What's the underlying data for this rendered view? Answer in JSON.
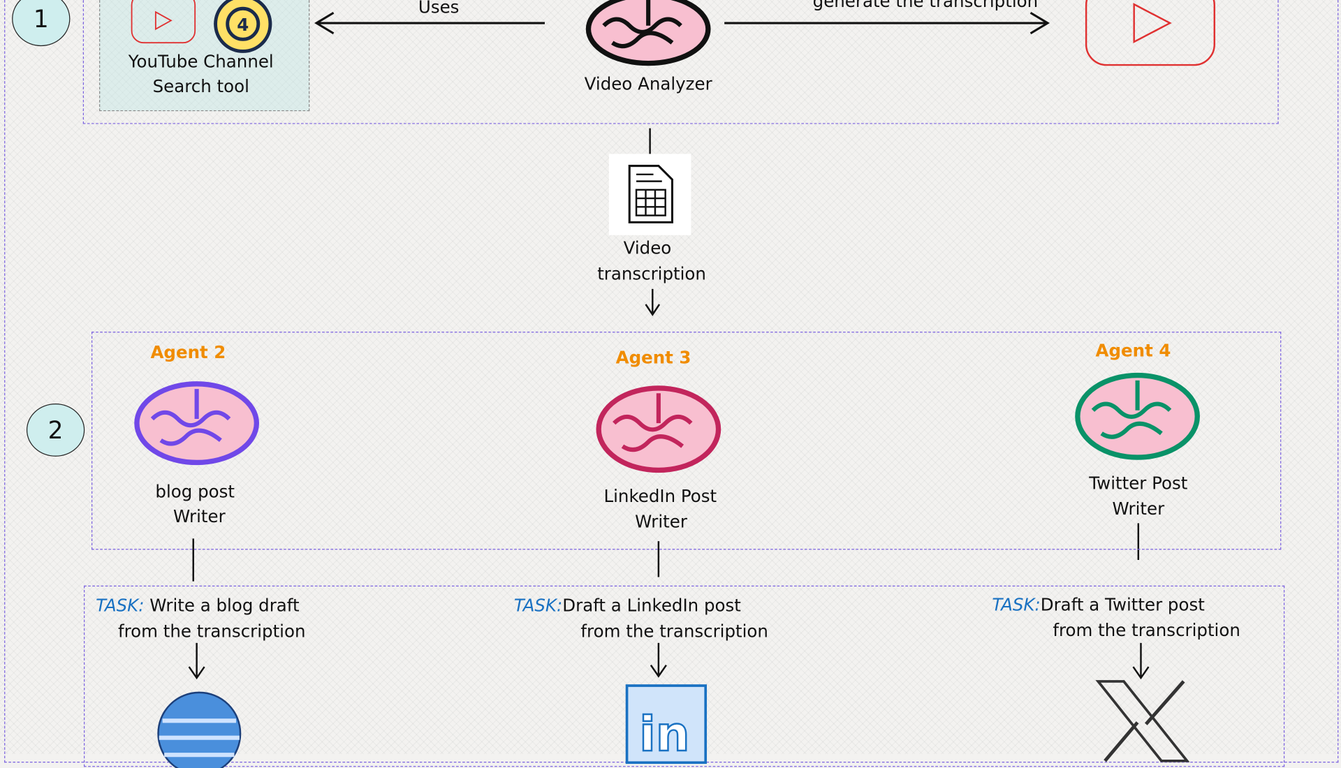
{
  "section1": {
    "step_number": "1",
    "tool_label_line1": "YouTube Channel",
    "tool_label_line2": "Search tool",
    "uses_label": "Uses",
    "agent_label": "Video Analyzer",
    "generate_label": "generate the transcription"
  },
  "transcription": {
    "line1": "Video",
    "line2": "transcription"
  },
  "section2": {
    "step_number": "2",
    "agents": [
      {
        "tag": "Agent 2",
        "line1": "blog post",
        "line2": "Writer",
        "color": "#7048e8"
      },
      {
        "tag": "Agent 3",
        "line1": "LinkedIn Post",
        "line2": "Writer",
        "color": "#c2255c"
      },
      {
        "tag": "Agent 4",
        "line1": "Twitter Post",
        "line2": "Writer",
        "color": "#099268"
      }
    ]
  },
  "tasks": [
    {
      "key": "TASK:",
      "line1": "Write a blog draft",
      "line2": "from the transcription"
    },
    {
      "key": "TASK:",
      "line1": "Draft a LinkedIn post",
      "line2": "from the transcription"
    },
    {
      "key": "TASK:",
      "line1": "Draft a Twitter post",
      "line2": "from the transcription"
    }
  ],
  "colors": {
    "accent_orange": "#f08c00",
    "task_blue": "#1971c2",
    "border_purple": "#7b62e0",
    "youtube_red": "#e03131"
  }
}
